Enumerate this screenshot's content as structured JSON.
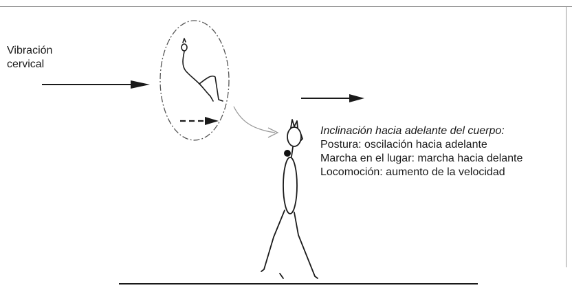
{
  "stimulus": {
    "line1": "Vibración",
    "line2": "cervical"
  },
  "effect": {
    "title": "Inclinación hacia adelante del cuerpo:",
    "items": [
      "Postura: oscilación hacia adelante",
      "Marcha en el lugar: marcha hacia delante",
      "Locomoción: aumento de la velocidad"
    ]
  },
  "colors": {
    "ink": "#1a1a1a",
    "frame": "#9a9a9a",
    "connector": "#9a9a9a",
    "dot": "#111111"
  }
}
